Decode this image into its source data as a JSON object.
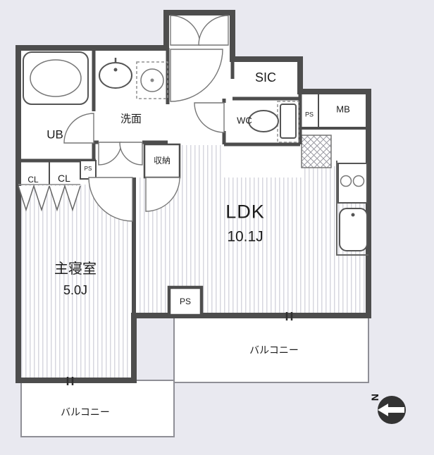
{
  "colors": {
    "background": "#e9e9f0",
    "wall": "#4d4d4d",
    "floor_stripe": "#d7d7df",
    "room_fill": "#ffffff",
    "text": "#1c1c1c",
    "compass": "#333333"
  },
  "rooms": {
    "ldk": {
      "label": "LDK",
      "area": "10.1J"
    },
    "bedroom": {
      "label": "主寝室",
      "area": "5.0J"
    },
    "washroom": {
      "label": "洗面"
    },
    "unit_bath": {
      "label": "UB"
    },
    "toilet": {
      "label": "WC"
    },
    "shoes_closet": {
      "label": "SIC"
    },
    "storage": {
      "label": "収納"
    },
    "closet_a": {
      "label": "CL"
    },
    "closet_b": {
      "label": "CL"
    },
    "meter_box": {
      "label": "MB"
    },
    "pipe_shaft_top": {
      "label": "PS"
    },
    "pipe_shaft_mid": {
      "label": "PS"
    },
    "pipe_shaft_bottom": {
      "label": "PS"
    },
    "balcony_main": {
      "label": "バルコニー"
    },
    "balcony_bedroom": {
      "label": "バルコニー"
    }
  },
  "compass": {
    "label": "N"
  }
}
